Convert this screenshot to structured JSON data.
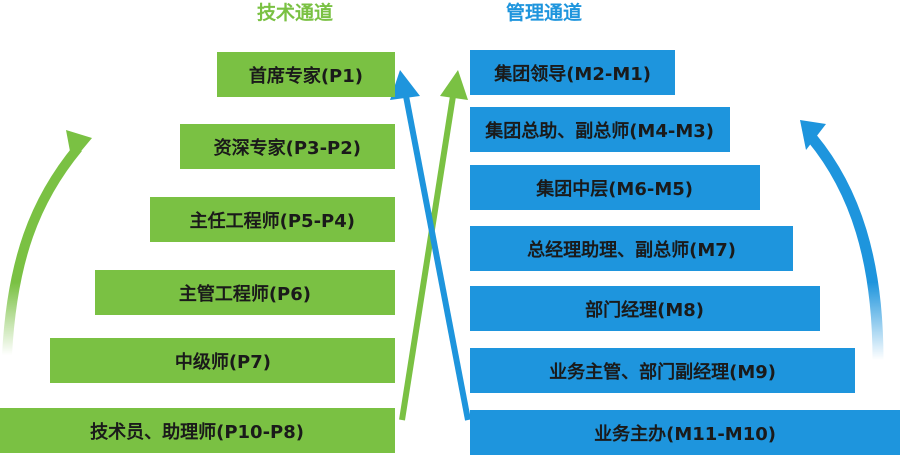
{
  "titles": {
    "technical": "技术通道",
    "management": "管理通道"
  },
  "technical_levels": [
    "首席专家(P1)",
    "资深专家(P3-P2)",
    "主任工程师(P5-P4)",
    "主管工程师(P6)",
    "中级师(P7)",
    "技术员、助理师(P10-P8)"
  ],
  "management_levels": [
    "集团领导(M2-M1)",
    "集团总助、副总师(M4-M3)",
    "集团中层(M6-M5)",
    "总经理助理、副总师(M7)",
    "部门经理(M8)",
    "业务主管、部门副经理(M9)",
    "业务主办(M11-M10)"
  ],
  "colors": {
    "technical": "#7ac143",
    "management": "#1e95dd"
  }
}
